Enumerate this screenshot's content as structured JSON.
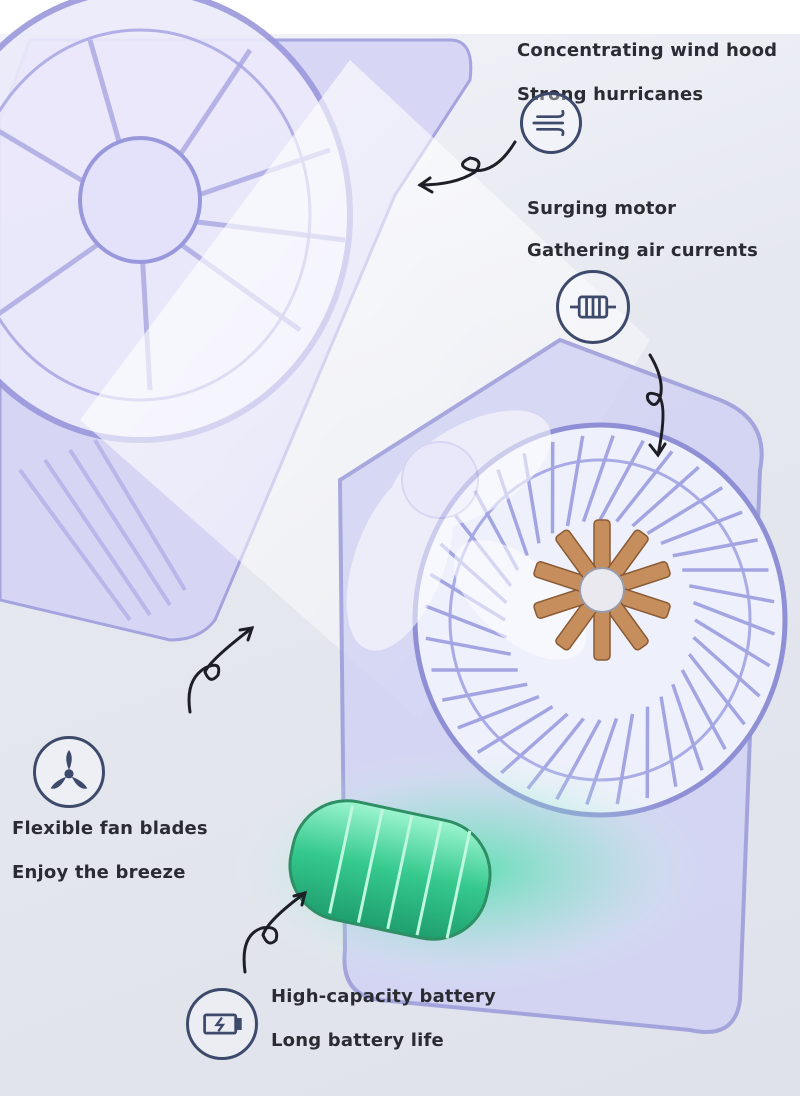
{
  "features": {
    "wind_hood": {
      "line1": "Concentrating wind hood",
      "line2": "Strong hurricanes",
      "icon": "wind-icon"
    },
    "motor": {
      "line1": "Surging motor",
      "line2": "Gathering air currents",
      "icon": "motor-icon"
    },
    "blades": {
      "line1": "Flexible fan blades",
      "line2": "Enjoy the breeze",
      "icon": "fan-blade-icon"
    },
    "battery": {
      "line1": "High-capacity battery",
      "line2": "Long battery life",
      "icon": "battery-icon"
    }
  },
  "colors": {
    "fan_body": "#c9c8f2",
    "fan_outline": "#8f8fd6",
    "icon_ring": "#3d4a6b",
    "battery_glow": "#38d49a",
    "motor_copper": "#c58e5c"
  }
}
